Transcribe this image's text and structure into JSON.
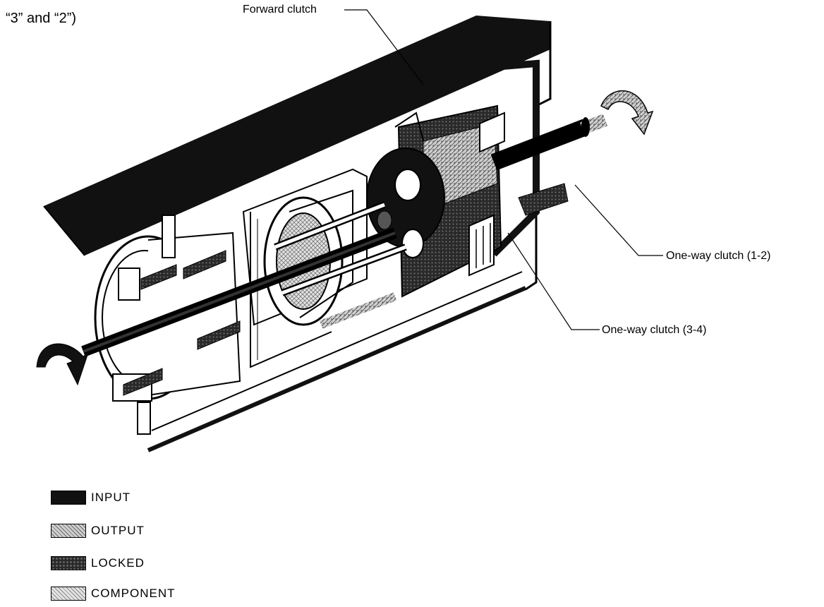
{
  "title": "“3” and “2”)",
  "callouts": {
    "forward_clutch": "Forward clutch",
    "one_way_clutch_1_2": "One-way clutch (1-2)",
    "one_way_clutch_3_4": "One-way clutch (3-4)"
  },
  "legend": [
    {
      "label": "INPUT",
      "pattern": "input",
      "color": "#111111"
    },
    {
      "label": "OUTPUT",
      "pattern": "output",
      "color": "#bdbdbd"
    },
    {
      "label": "LOCKED",
      "pattern": "locked",
      "color": "#3a3a3a"
    },
    {
      "label": "COMPONENT",
      "pattern": "component",
      "color": "#d0d0d0"
    }
  ]
}
